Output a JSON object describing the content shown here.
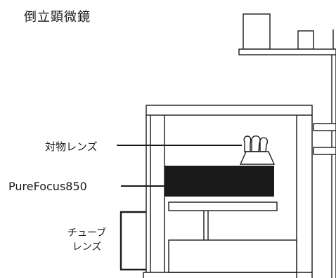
{
  "diagram": {
    "title": "倒立顕微鏡",
    "labels": {
      "objective_lens": "対物レンズ",
      "purefocus": "PureFocus850",
      "tube_lens_line1": "チューブ",
      "tube_lens_line2": "レンズ"
    },
    "colors": {
      "line": "#1a1a1a",
      "fill": "#ffffff",
      "focus_unit": "#1a1a1a"
    }
  }
}
